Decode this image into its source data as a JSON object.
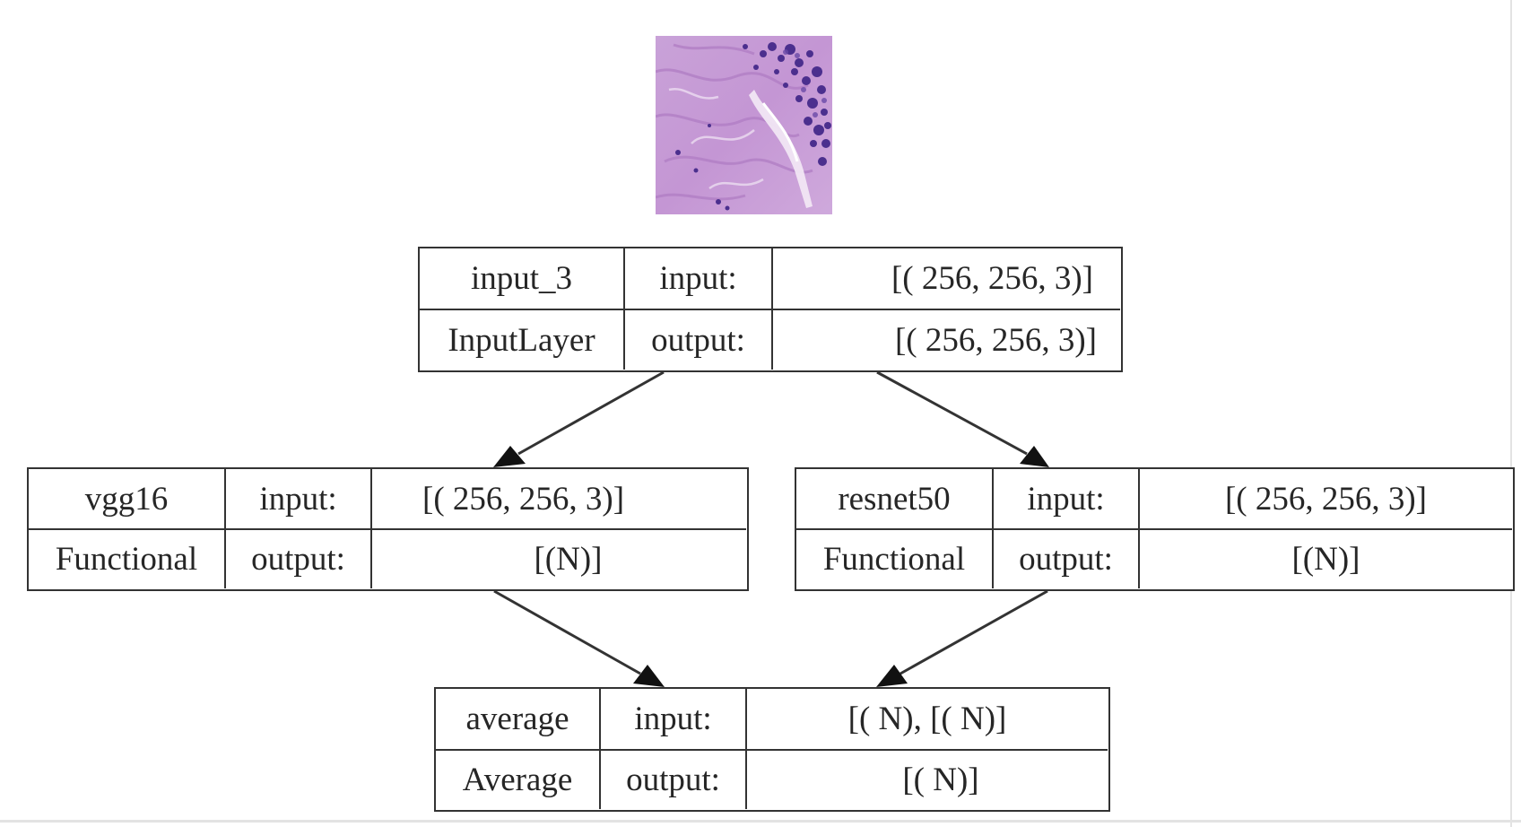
{
  "diagram": {
    "input_image": {
      "icon": "histology-tissue-image"
    },
    "nodes": [
      {
        "id": "input_3",
        "name": "input_3",
        "type": "InputLayer",
        "in_label": "input:",
        "out_label": "output:",
        "input_shape": "[( 256, 256, 3)]",
        "output_shape": "[( 256, 256, 3)]"
      },
      {
        "id": "vgg16",
        "name": "vgg16",
        "type": "Functional",
        "in_label": "input:",
        "out_label": "output:",
        "input_shape": "[( 256, 256, 3)]",
        "output_shape": "[(N)]"
      },
      {
        "id": "resnet50",
        "name": "resnet50",
        "type": "Functional",
        "in_label": "input:",
        "out_label": "output:",
        "input_shape": "[( 256, 256, 3)]",
        "output_shape": "[(N)]"
      },
      {
        "id": "average",
        "name": "average",
        "type": "Average",
        "in_label": "input:",
        "out_label": "output:",
        "input_shape": "[( N), [( N)]",
        "output_shape": "[( N)]"
      }
    ],
    "edges": [
      {
        "from": "input_3",
        "to": "vgg16"
      },
      {
        "from": "input_3",
        "to": "resnet50"
      },
      {
        "from": "vgg16",
        "to": "average"
      },
      {
        "from": "resnet50",
        "to": "average"
      }
    ],
    "colors": {
      "stroke": "#333333",
      "text": "#262626",
      "tissue_base": "#c79bd6",
      "tissue_nuclei": "#4b2f8e"
    }
  }
}
